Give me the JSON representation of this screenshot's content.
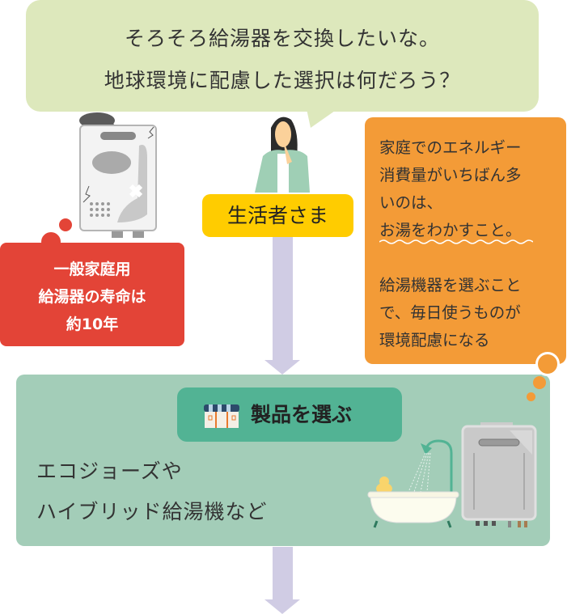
{
  "speech_bubble": {
    "lines": [
      "そろそろ給湯器を交換したいな。",
      "地球環境に配慮した選択は何だろう？"
    ]
  },
  "lifespan_box": {
    "lines": [
      "一般家庭用",
      "給湯器の寿命は",
      "約10年"
    ]
  },
  "person_label": "生活者さま",
  "energy_box": {
    "lines": [
      "家庭でのエネルギー",
      "消費量がいちばん多",
      "いのは、",
      "お湯をわかすこと。",
      "給湯機器を選ぶこと",
      "で、毎日使うものが",
      "環境配慮になる"
    ]
  },
  "product_section": {
    "title": "製品を選ぶ",
    "lines": [
      "エコジョーズや",
      "ハイブリッド給湯機など"
    ]
  },
  "colors": {
    "bubble": "#dde8bc",
    "red": "#e34437",
    "yellow": "#ffcc00",
    "orange": "#f39b37",
    "green": "#a3cdb8",
    "green_dark": "#52b394",
    "arrow": "#d0cce4"
  }
}
